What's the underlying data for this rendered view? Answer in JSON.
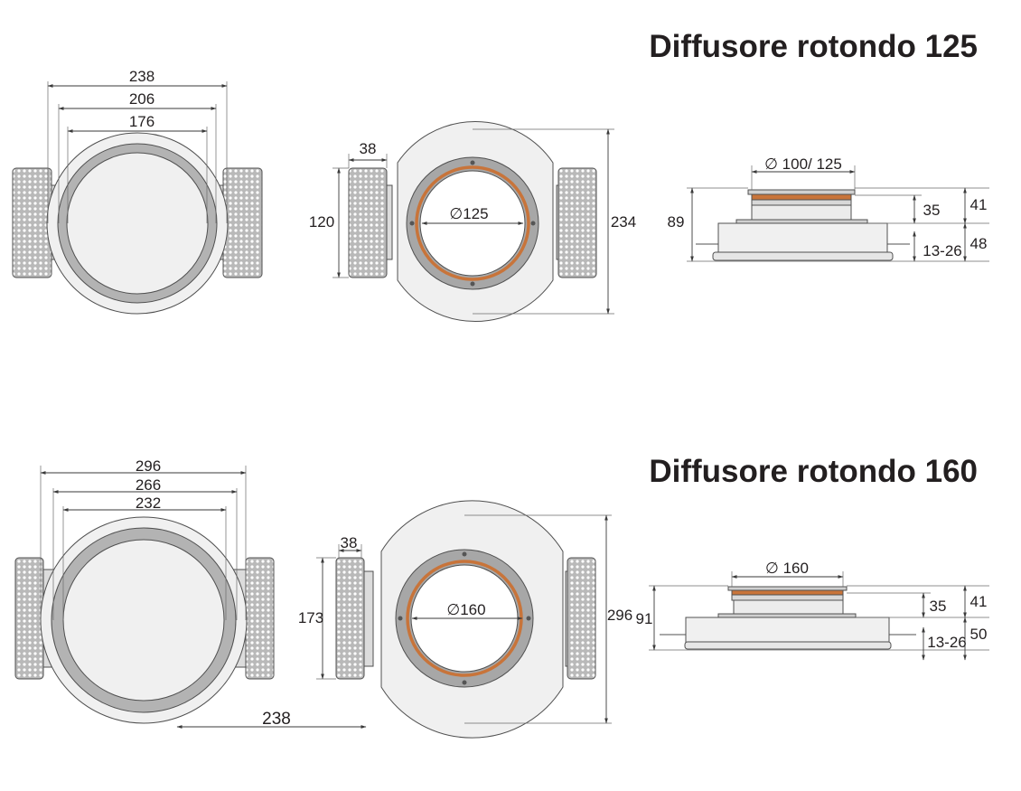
{
  "diffuser_125": {
    "title": "Diffusore rotondo 125",
    "front": {
      "d1": "238",
      "d2": "206",
      "d3": "176"
    },
    "back": {
      "w": "38",
      "h": "120",
      "diameter": "∅125",
      "total": "234"
    },
    "side": {
      "diameter": "∅ 100/ 125",
      "total": "89",
      "neck": "35",
      "top": "41",
      "range": "13-26",
      "bottom": "48"
    }
  },
  "diffuser_160": {
    "title": "Diffusore rotondo 160",
    "front": {
      "d1": "296",
      "d2": "266",
      "d3": "232",
      "width": "238"
    },
    "back": {
      "w": "38",
      "h": "173",
      "diameter": "∅160",
      "total": "296"
    },
    "side": {
      "diameter": "∅ 160",
      "total": "91",
      "neck": "35",
      "top": "41",
      "range": "13-26",
      "bottom": "50"
    }
  },
  "colors": {
    "panel": "#c9c9c9",
    "panel_dark": "#a7a7a7",
    "body": "#f0f0f0",
    "ring": "#b3b3b3",
    "copper": "#c8743a",
    "text": "#231f20"
  }
}
